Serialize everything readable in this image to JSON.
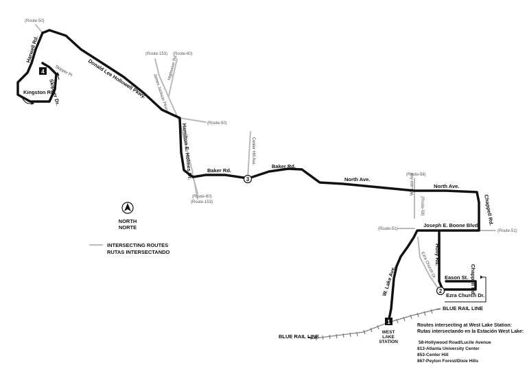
{
  "colors": {
    "route": "#111111",
    "intersecting": "#b9b9b9",
    "rail": "#777777",
    "background": "#ffffff"
  },
  "streets": {
    "harwell_rd": "Harwell Rd.",
    "kingston_rd": "Kingston Rd.",
    "skipper_dr": "Skipper Dr.",
    "skipper_pl": "Skipper Pl.",
    "donald_lee_hollowell": "Donald Lee Hollowell Pkwy.",
    "james_jackson": "James Jackson Pkwy.",
    "hightower_rd": "Hightower Rd.",
    "hamilton_holmes": "Hamilton E. Holmes Dr.",
    "baker_rd_1": "Baker Rd.",
    "baker_rd_2": "Baker Rd.",
    "center_hill": "Center Hill Ave.",
    "north_ave_1": "North Ave.",
    "north_ave_2": "North Ave.",
    "chappell_rd_1": "Chappell Rd.",
    "chappell_rd_2": "Chappell Rd.",
    "w_lake_ave_small": "W. Lake Ave",
    "w_lake_ave": "W. Lake Ave.",
    "joseph_boone": "Joseph E. Boone Blvd.",
    "holly_rd": "Holly Rd.",
    "ezra_church_dr_1": "Ezra Church Dr.",
    "ezra_church_dr_2": "Ezra Church Dr.",
    "eason_st": "Eason St."
  },
  "routes": {
    "r50_top": "(Route-50)",
    "r153_top": "(Route-153)",
    "r60_top": "(Route-60)",
    "r50_mid": "(Route-50)",
    "r60_bottom": "(Route-60)",
    "r153_bottom": "(Route-153)",
    "r58_top": "(Route-58)",
    "r58_side": "(Route-58)",
    "r51_left": "(Route-51)",
    "r51_right": "(Route-51)"
  },
  "timepoints": {
    "tp1": "1",
    "tp2": "2",
    "tp3": "3",
    "tp4": "4"
  },
  "rail": {
    "left": "BLUE RAIL LINE",
    "right": "BLUE RAIL LINE"
  },
  "station": {
    "line1": "WEST",
    "line2": "LAKE",
    "line3": "STATION"
  },
  "north": {
    "en": "NORTH",
    "es": "NORTE"
  },
  "legend": {
    "en": "INTERSECTING ROUTES",
    "es": "RUTAS INTERSECTANDO"
  },
  "info": {
    "title_en": "Routes intersecting at West Lake Station:",
    "title_es": "Rutas intersectando en la Estación West Lake:",
    "items": [
      "58-Hollywood Road/Lucile Avenue",
      "813-Atlanta University Center",
      "853-Center Hill",
      "867-Peyton Forest/Dixie Hills"
    ]
  }
}
